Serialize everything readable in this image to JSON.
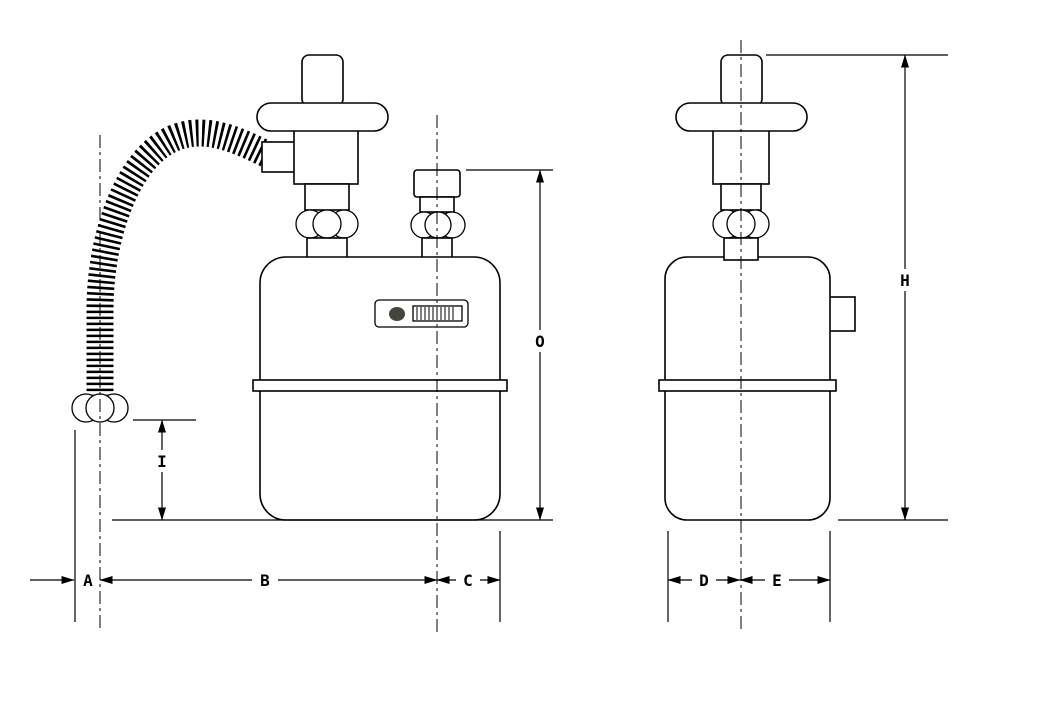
{
  "diagram": {
    "dimension_labels": {
      "A": "A",
      "B": "B",
      "C": "C",
      "D": "D",
      "E": "E",
      "H": "H",
      "I": "I",
      "O": "O"
    },
    "colors": {
      "line": "#000000",
      "background": "#ffffff",
      "indicator_dot": "#45453d"
    }
  }
}
